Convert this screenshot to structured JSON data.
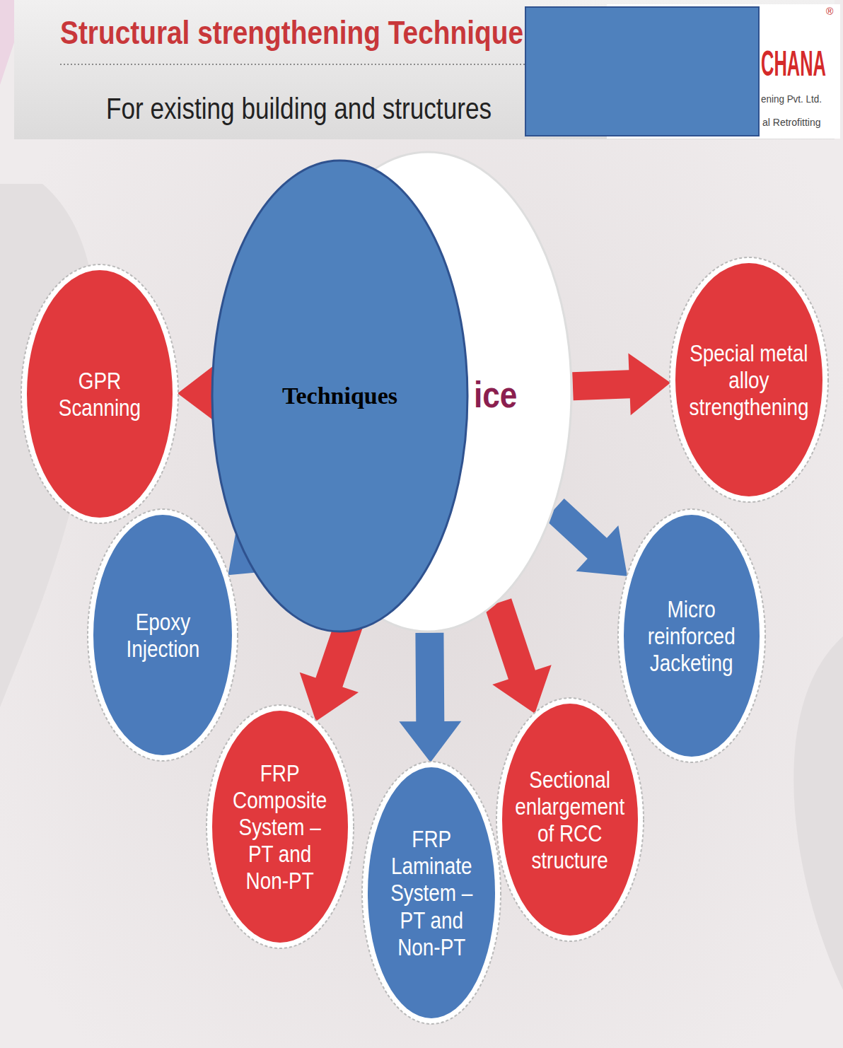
{
  "diagram": {
    "title": "Structural strengthening Technique",
    "nodes": [
      {
        "text": [
          "Techniques"
        ]
      },
      {
        "text": [
          "ice"
        ]
      },
      {
        "text": [
          "GPR Scanning"
        ]
      },
      {
        "text": [
          "Special metal alloy strengthening"
        ]
      },
      {
        "text": [
          "Epoxy Injection"
        ]
      },
      {
        "text": [
          "Micro reinforced Jacketing"
        ]
      },
      {
        "text": [
          "FRP Composite System – PT and Non-PT"
        ]
      },
      {
        "text": [
          "FRP Laminate System – PT and Non-PT"
        ]
      },
      {
        "text": [
          "Sectional enlargement of RCC structure"
        ]
      }
    ],
    "edges": [
      {
        "from": 1,
        "to": 2,
        "arrow": "to"
      },
      {
        "from": 1,
        "to": 3,
        "arrow": "to"
      },
      {
        "from": 1,
        "to": 4,
        "arrow": "to"
      },
      {
        "from": 1,
        "to": 5,
        "arrow": "to"
      },
      {
        "from": 1,
        "to": 6,
        "arrow": "to"
      },
      {
        "from": 1,
        "to": 7,
        "arrow": "to"
      },
      {
        "from": 1,
        "to": 8,
        "arrow": "to"
      }
    ],
    "labels": [
      "For existing building and structures",
      "®",
      "CHANA",
      "ening Pvt. Ltd.",
      "al Retrofitting"
    ]
  }
}
